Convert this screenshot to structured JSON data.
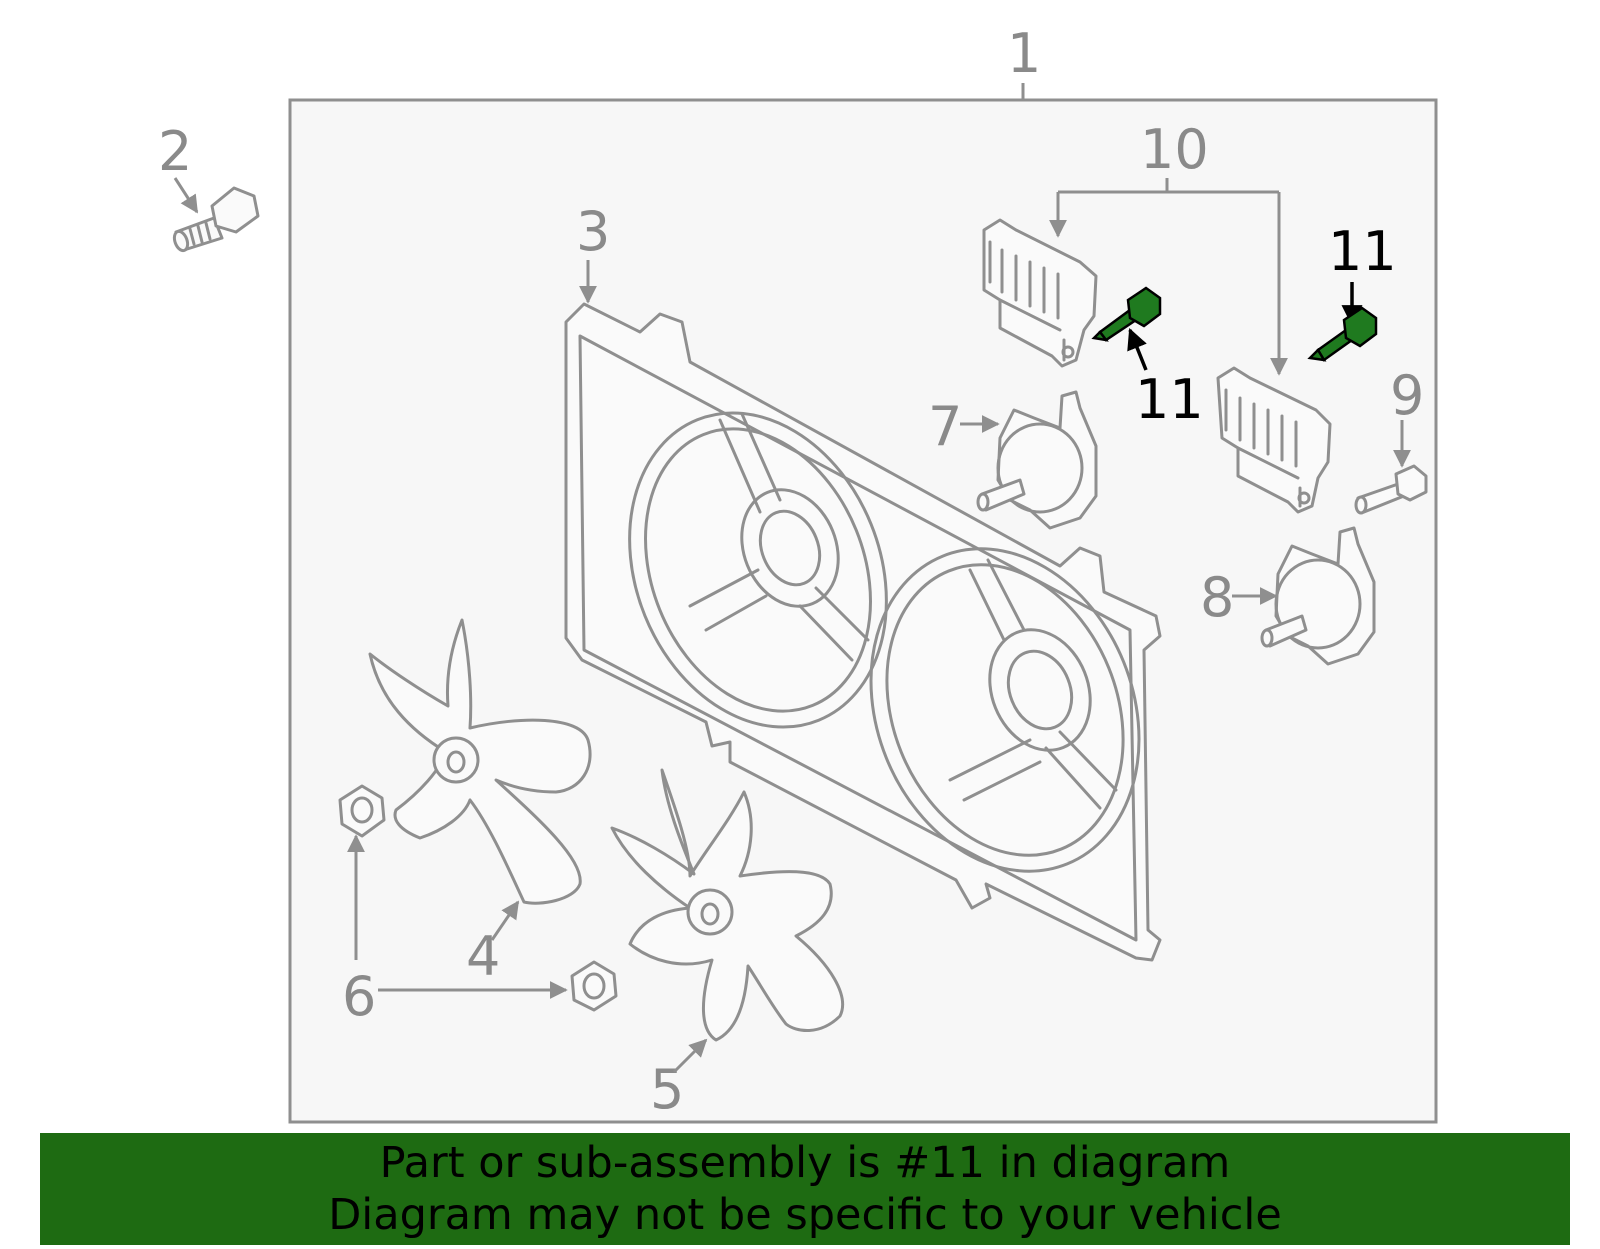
{
  "callouts": {
    "c1": "1",
    "c2": "2",
    "c3": "3",
    "c4": "4",
    "c5": "5",
    "c6": "6",
    "c7": "7",
    "c8": "8",
    "c9": "9",
    "c10": "10",
    "c11a": "11",
    "c11b": "11"
  },
  "banner": {
    "line1": "Part or sub-assembly is #11 in diagram",
    "line2": "Diagram may not be specific to your vehicle",
    "background": "#1e6b12"
  },
  "colors": {
    "highlight_part": "#1f7a1f",
    "linework": "#8f8f8f",
    "panel": "#f7f7f7"
  }
}
